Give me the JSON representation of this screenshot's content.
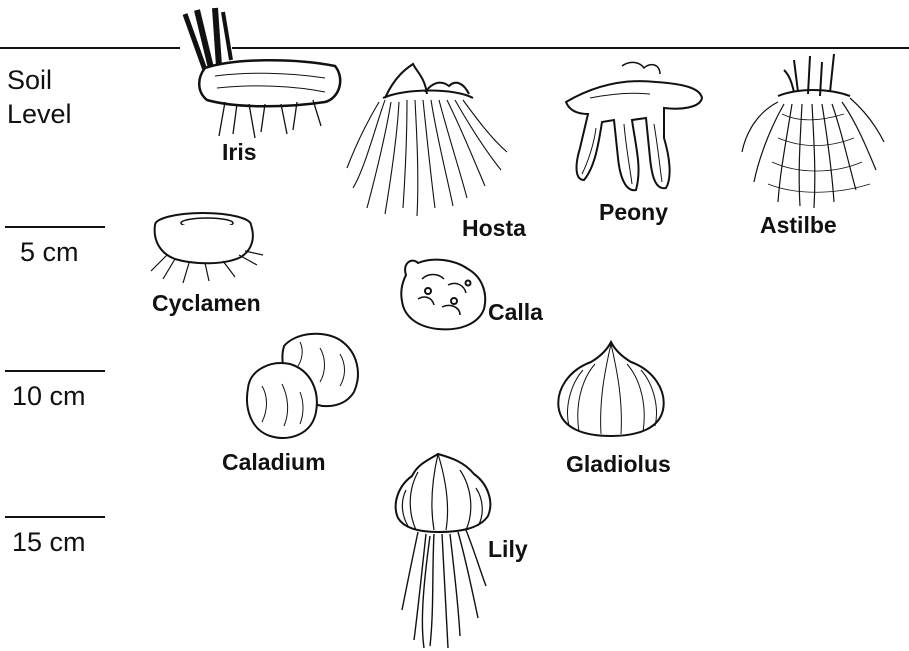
{
  "depth_scale": {
    "soil_level": "Soil\nLevel",
    "depth_5": "5 cm",
    "depth_10": "10 cm",
    "depth_15": "15 cm"
  },
  "plants": {
    "iris": "Iris",
    "hosta": "Hosta",
    "peony": "Peony",
    "astilbe": "Astilbe",
    "cyclamen": "Cyclamen",
    "calla": "Calla",
    "caladium": "Caladium",
    "gladiolus": "Gladiolus",
    "lily": "Lily"
  },
  "colors": {
    "ink": "#111111",
    "background": "#ffffff"
  },
  "icons": [
    "iris-rhizome-icon",
    "hosta-roots-icon",
    "peony-tuber-icon",
    "astilbe-roots-icon",
    "cyclamen-tuber-icon",
    "calla-rhizome-icon",
    "caladium-tuber-icon",
    "gladiolus-corm-icon",
    "lily-bulb-icon"
  ]
}
